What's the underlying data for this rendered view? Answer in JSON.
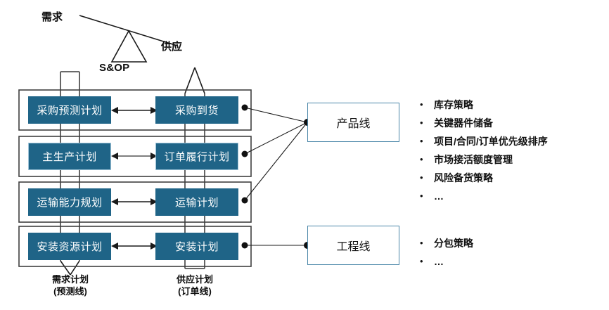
{
  "scale": {
    "demand_label": "需求",
    "supply_label": "供应",
    "fulcrum_label": "S&OP"
  },
  "rows": [
    {
      "left_label": "采购预测计划",
      "right_label": "采购到货"
    },
    {
      "left_label": "主生产计划",
      "right_label": "订单履行计划"
    },
    {
      "left_label": "运输能力规划",
      "right_label": "运输计划"
    },
    {
      "left_label": "安装资源计划",
      "right_label": "安装计划"
    }
  ],
  "bottom_captions": {
    "demand_plan": "需求计划",
    "demand_plan_sub": "(预测线)",
    "supply_plan": "供应计划",
    "supply_plan_sub": "(订单线)"
  },
  "lines": [
    {
      "name": "product_line",
      "label": "产品线"
    },
    {
      "name": "engineering_line",
      "label": "工程线"
    }
  ],
  "product_line_bullets": [
    "库存策略",
    "关键器件储备",
    "项目/合同/订单优先级排序",
    "市场接活额度管理",
    "风险备货策略",
    "…"
  ],
  "engineering_line_bullets": [
    "分包策略",
    "…"
  ],
  "bullet_glyph": "•",
  "colors": {
    "box_fill": "#1f6487",
    "line_box_border": "#4a86a8",
    "stroke": "#3f3f3f",
    "text_dark": "#0d0d0d"
  }
}
